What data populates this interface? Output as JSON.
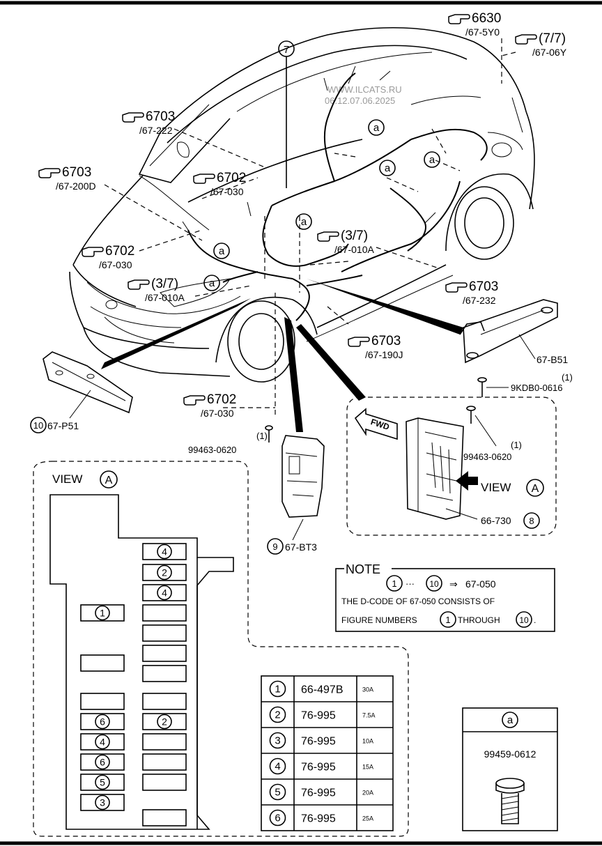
{
  "watermark": {
    "line1": "WWW.ILCATS.RU",
    "line2": "06.12.07.06.2025"
  },
  "callouts": [
    {
      "code": "6630",
      "sub": "/67-5Y0"
    },
    {
      "code": "(7/7)",
      "sub": "/67-06Y"
    },
    {
      "code": "6703",
      "sub": "/67-222"
    },
    {
      "code": "6703",
      "sub": "/67-200D"
    },
    {
      "code": "6702",
      "sub": "/67-030"
    },
    {
      "code": "6702",
      "sub": "/67-030"
    },
    {
      "code": "(3/7)",
      "sub": "/67-010A"
    },
    {
      "code": "(3/7)",
      "sub": "/67-010A"
    },
    {
      "code": "6703",
      "sub": "/67-232"
    },
    {
      "code": "6703",
      "sub": "/67-190J"
    },
    {
      "code": "6702",
      "sub": "/67-030"
    }
  ],
  "ref_number": "7",
  "marker_a": "a",
  "marker_A": "A",
  "parts": {
    "b51": "67-B51",
    "bolt_9kdb": "9KDB0-0616",
    "qty": "(1)",
    "p51_num": "10",
    "p51": "67-P51",
    "bt3_num": "9",
    "bt3": "67-BT3",
    "bolt_99463": "99463-0620",
    "m730": "66-730",
    "m730_num": "8"
  },
  "fwd": "FWD",
  "view_label": "VIEW",
  "note": {
    "title": "NOTE",
    "from_num": "1",
    "dots": "···",
    "to_num": "10",
    "arrow": "⇒",
    "ref": "67-050",
    "line2": "THE D-CODE OF  67-050  CONSISTS OF",
    "line3a": "FIGURE NUMBERS",
    "line3b": "THROUGH"
  },
  "fuse_labels": {
    "f4a": "4",
    "f2a": "2",
    "f4b": "4",
    "f1": "1",
    "f6a": "6",
    "f2b": "2",
    "f4c": "4",
    "f6b": "6",
    "f5": "5",
    "f3": "3"
  },
  "fuse_table": [
    {
      "num": "1",
      "part": "66-497B",
      "amp": "30A"
    },
    {
      "num": "2",
      "part": "76-995",
      "amp": "7.5A"
    },
    {
      "num": "3",
      "part": "76-995",
      "amp": "10A"
    },
    {
      "num": "4",
      "part": "76-995",
      "amp": "15A"
    },
    {
      "num": "5",
      "part": "76-995",
      "amp": "20A"
    },
    {
      "num": "6",
      "part": "76-995",
      "amp": "25A"
    }
  ],
  "bolt_a": {
    "letter": "a",
    "part": "99459-0612"
  }
}
